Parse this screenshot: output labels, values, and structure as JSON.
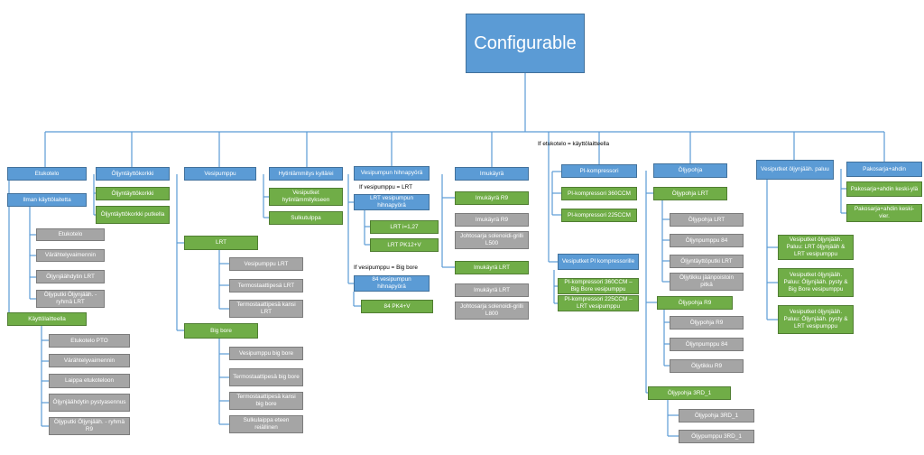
{
  "diagram": {
    "root": "Configurable",
    "notes": {
      "etukotelo_condition": "If etukotelo = käyttölaitteella",
      "vesipumppu_lrt": "If vesipumppu = LRT",
      "vesipumppu_big_bore": "If vesipumppu = Big bore"
    },
    "etukotelo": {
      "title": "Etukotelo",
      "ilman": "Ilman käyttölaitetta",
      "ilman_items": [
        "Etukotelo",
        "Värähtelyvaimennin",
        "Öljynjäähdytin LRT",
        "Öljyputki Öljynjääh. - ryhmä LRT"
      ],
      "kaytto": "Käyttölaitteella",
      "kaytto_items": [
        "Etukotelo PTO",
        "Värähtelyvaimennin",
        "Laippa etukoteloon",
        "Öljynjäähdytin pystyasennus",
        "Öljyputki Öljynjääh. - ryhmä R9"
      ]
    },
    "oljy_tayttokorkki": {
      "title": "Öljyntäyttökorkki",
      "items": [
        "Öljyntäyttökorkki",
        "Öljyntäyttökorkki putkella"
      ]
    },
    "vesipumppu": {
      "title": "Vesipumppu",
      "lrt": "LRT",
      "lrt_items": [
        "Vesipumppu LRT",
        "Termostaattipesä LRT",
        "Termostaattipesä kansi LRT"
      ],
      "big_bore": "Big bore",
      "big_bore_items": [
        "Vesipumppu big bore",
        "Termostaattipesä big bore",
        "Termostaattipesä kansi big bore",
        "Sulkulaippa eteen reiällinen"
      ]
    },
    "hytinlammitys": {
      "title": "Hytinlämmitys kyllä/ei",
      "items": [
        "Vesiputket hytinlämmitykseen",
        "Sulkutulppa"
      ]
    },
    "hihnapyora": {
      "title": "Vesipumpun hihnapyörä",
      "lrt": "LRT vesipumpun hihnapyörä",
      "lrt_items": [
        "LRT i=1,27",
        "LRT PK12+V"
      ],
      "b84": "84 vesipumpun hihnapyörä",
      "b84_items": [
        "84 PK4+V"
      ]
    },
    "imukayra": {
      "title": "Imukäyrä",
      "r9": "Imukäyrä R9",
      "r9_items": [
        "Imukäyrä R9",
        "Johtosarja solenoidi-grilli L500"
      ],
      "lrt": "Imukäyrä LRT",
      "lrt_items": [
        "Imukäyrä LRT",
        "Johtosarja solenoidi-grilli L800"
      ]
    },
    "pi_kompressori": {
      "title": "PI-kompressori",
      "items": [
        "PI-kompressori 360CCM",
        "PI-kompressori 225CCM"
      ],
      "vesiputket": "Vesiputket PI kompressorille",
      "vesiputket_items": [
        "PI-kompressori 360CCM – Big Bore vesipumppu",
        "PI-kompressori 225CCM – LRT vesipumppu"
      ]
    },
    "oljypohja": {
      "title": "Öljypohja",
      "lrt": "Öljypohja LRT",
      "lrt_items": [
        "Öljypohja LRT",
        "Öljynpumppu 84",
        "Öljyntäyttöputki LRT",
        "Öljytikku jäänpoistoin pitkä"
      ],
      "r9": "Öljypohja R9",
      "r9_items": [
        "Öljypohja R9",
        "Öljynpumppu 84",
        "Öljytikku R9"
      ],
      "d3": "Öljypohja 3RD_1",
      "d3_items": [
        "Öljypohja 3RD_1",
        "Öljypumppu 3RD_1"
      ]
    },
    "vesiputket_oljy": {
      "title": "Vesiputket öljynjääh. paluu",
      "items": [
        "Vesiputket öljynjääh. Paluu: LRT öljynjääh & LRT vesipumppu",
        "Vesiputket öljynjääh. Paluu: Öljynjääh. pysty & Big Bore vesipumppu",
        "Vesiputket öljynjääh. Paluu: Öljynjääh. pysty & LRT vesipumppu"
      ]
    },
    "pakosarja": {
      "title": "Pakosarja+ahdin",
      "items": [
        "Pakosarja+ahdin keski-ylä",
        "Pakosarja+ahdin keski-vier."
      ]
    }
  },
  "colors": {
    "level1": "#5b9bd5",
    "level2": "#70ad47",
    "level3": "#a5a5a5",
    "connector": "#5b9bd5"
  }
}
